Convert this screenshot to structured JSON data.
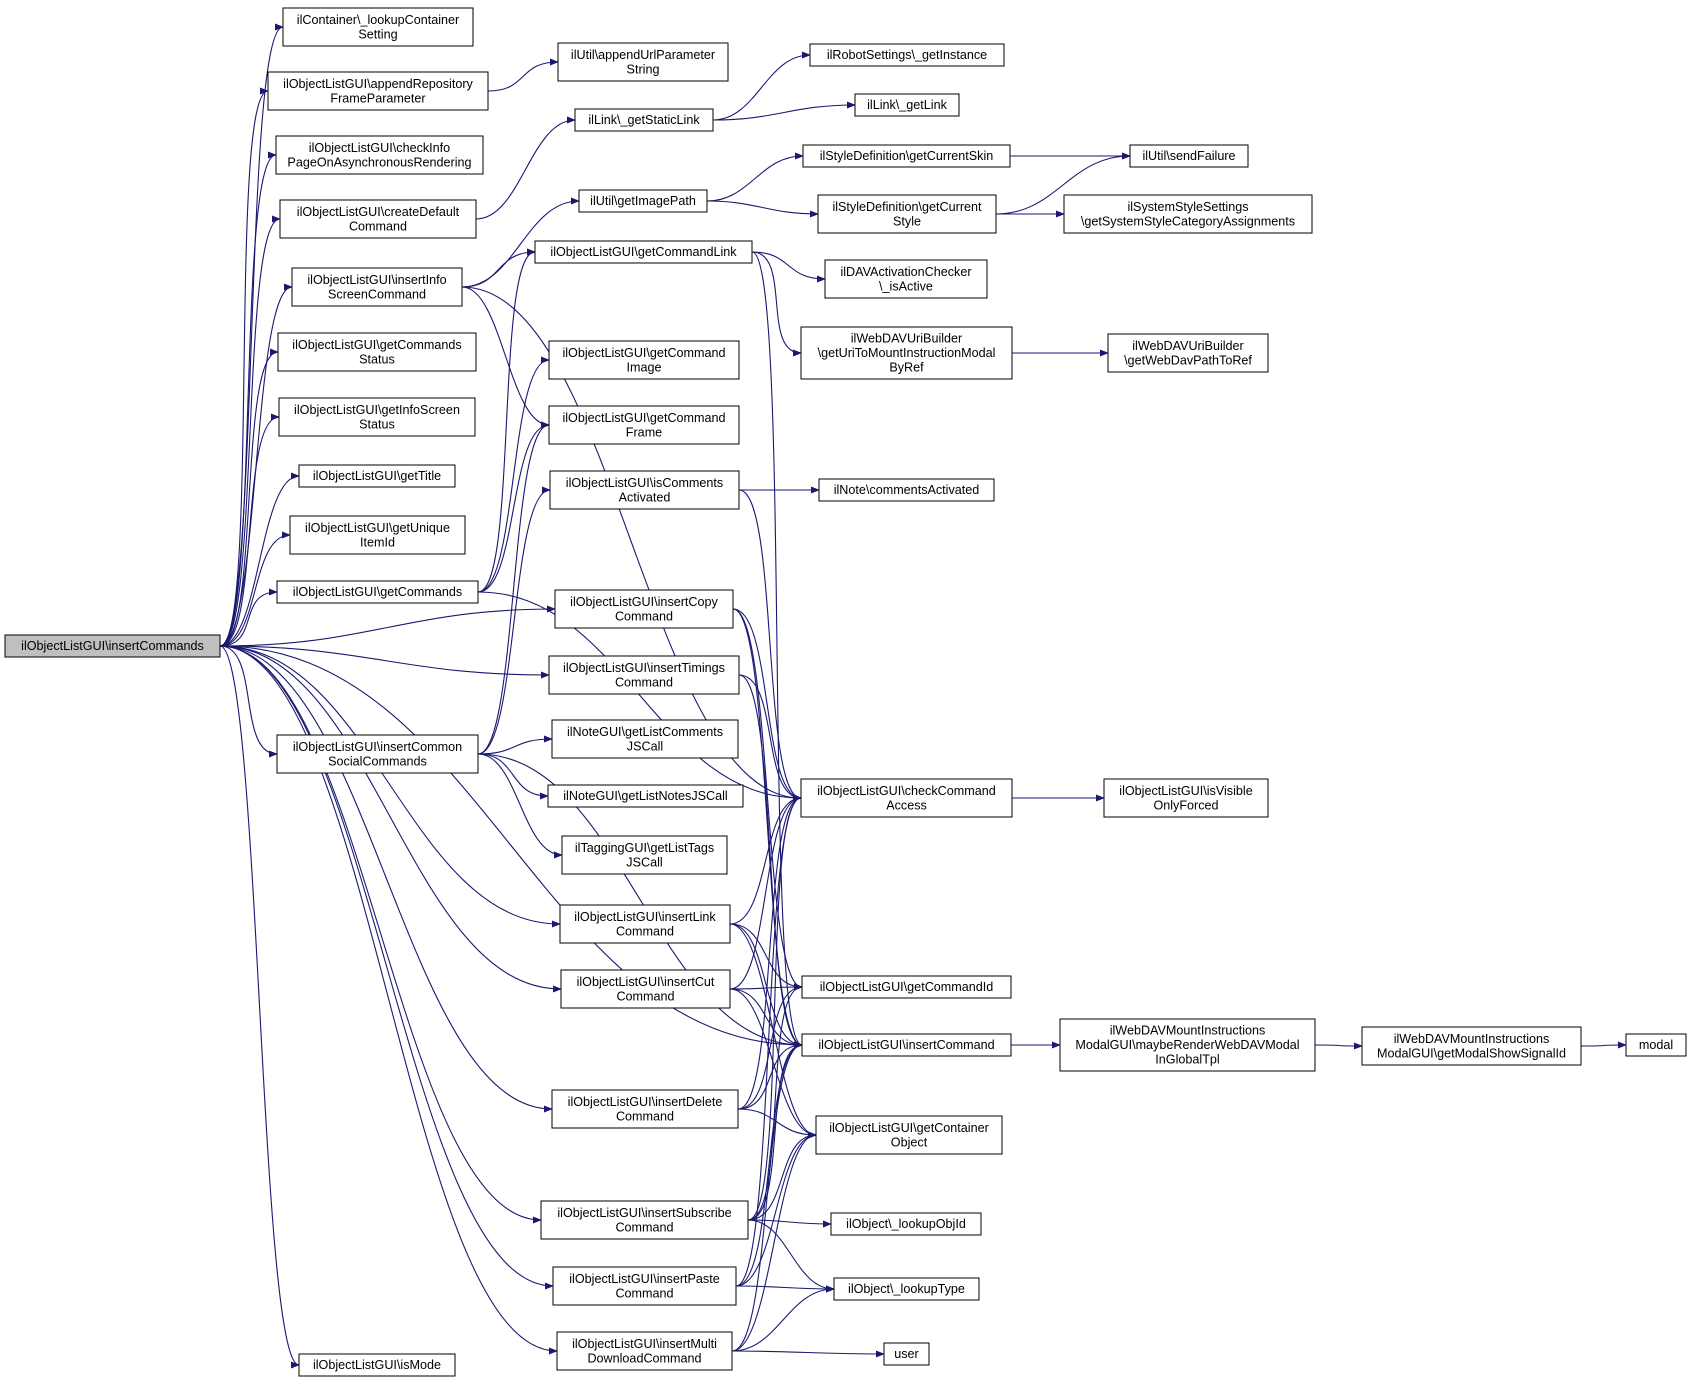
{
  "colors": {
    "edge": "#191970",
    "node_fill": "#ffffff",
    "root_fill": "#bfbfbf",
    "border": "#000000"
  },
  "nodes": [
    {
      "id": "n_root",
      "lines": [
        "ilObjectListGUI\\insertCommands"
      ]
    },
    {
      "id": "n_lookupContainer",
      "lines": [
        "ilContainer\\_lookupContainer",
        "Setting"
      ]
    },
    {
      "id": "n_appendRepo",
      "lines": [
        "ilObjectListGUI\\appendRepository",
        "FrameParameter"
      ]
    },
    {
      "id": "n_checkInfo",
      "lines": [
        "ilObjectListGUI\\checkInfo",
        "PageOnAsynchronousRendering"
      ]
    },
    {
      "id": "n_createDefault",
      "lines": [
        "ilObjectListGUI\\createDefault",
        "Command"
      ]
    },
    {
      "id": "n_insertInfo",
      "lines": [
        "ilObjectListGUI\\insertInfo",
        "ScreenCommand"
      ]
    },
    {
      "id": "n_getCommandsStatus",
      "lines": [
        "ilObjectListGUI\\getCommands",
        "Status"
      ]
    },
    {
      "id": "n_getInfoScreenStatus",
      "lines": [
        "ilObjectListGUI\\getInfoScreen",
        "Status"
      ]
    },
    {
      "id": "n_getTitle",
      "lines": [
        "ilObjectListGUI\\getTitle"
      ]
    },
    {
      "id": "n_getUnique",
      "lines": [
        "ilObjectListGUI\\getUnique",
        "ItemId"
      ]
    },
    {
      "id": "n_getCommands",
      "lines": [
        "ilObjectListGUI\\getCommands"
      ]
    },
    {
      "id": "n_insertCommonSocial",
      "lines": [
        "ilObjectListGUI\\insertCommon",
        "SocialCommands"
      ]
    },
    {
      "id": "n_isMode",
      "lines": [
        "ilObjectListGUI\\isMode"
      ]
    },
    {
      "id": "n_appendUrlParam",
      "lines": [
        "ilUtil\\appendUrlParameter",
        "String"
      ]
    },
    {
      "id": "n_getStaticLink",
      "lines": [
        "ilLink\\_getStaticLink"
      ]
    },
    {
      "id": "n_getImagePath",
      "lines": [
        "ilUtil\\getImagePath"
      ]
    },
    {
      "id": "n_getCommandLink",
      "lines": [
        "ilObjectListGUI\\getCommandLink"
      ]
    },
    {
      "id": "n_getCommandImage",
      "lines": [
        "ilObjectListGUI\\getCommand",
        "Image"
      ]
    },
    {
      "id": "n_getCommandFrame",
      "lines": [
        "ilObjectListGUI\\getCommand",
        "Frame"
      ]
    },
    {
      "id": "n_isComments",
      "lines": [
        "ilObjectListGUI\\isComments",
        "Activated"
      ]
    },
    {
      "id": "n_insertCopy",
      "lines": [
        "ilObjectListGUI\\insertCopy",
        "Command"
      ]
    },
    {
      "id": "n_insertTimings",
      "lines": [
        "ilObjectListGUI\\insertTimings",
        "Command"
      ]
    },
    {
      "id": "n_getListComments",
      "lines": [
        "ilNoteGUI\\getListComments",
        "JSCall"
      ]
    },
    {
      "id": "n_getListNotes",
      "lines": [
        "ilNoteGUI\\getListNotesJSCall"
      ]
    },
    {
      "id": "n_getListTags",
      "lines": [
        "ilTaggingGUI\\getListTags",
        "JSCall"
      ]
    },
    {
      "id": "n_insertLink",
      "lines": [
        "ilObjectListGUI\\insertLink",
        "Command"
      ]
    },
    {
      "id": "n_insertCut",
      "lines": [
        "ilObjectListGUI\\insertCut",
        "Command"
      ]
    },
    {
      "id": "n_insertDelete",
      "lines": [
        "ilObjectListGUI\\insertDelete",
        "Command"
      ]
    },
    {
      "id": "n_insertSubscribe",
      "lines": [
        "ilObjectListGUI\\insertSubscribe",
        "Command"
      ]
    },
    {
      "id": "n_insertPaste",
      "lines": [
        "ilObjectListGUI\\insertPaste",
        "Command"
      ]
    },
    {
      "id": "n_insertMulti",
      "lines": [
        "ilObjectListGUI\\insertMulti",
        "DownloadCommand"
      ]
    },
    {
      "id": "n_robotSettings",
      "lines": [
        "ilRobotSettings\\_getInstance"
      ]
    },
    {
      "id": "n_getLink",
      "lines": [
        "ilLink\\_getLink"
      ]
    },
    {
      "id": "n_getCurrentSkin",
      "lines": [
        "ilStyleDefinition\\getCurrentSkin"
      ]
    },
    {
      "id": "n_getCurrentStyle",
      "lines": [
        "ilStyleDefinition\\getCurrent",
        "Style"
      ]
    },
    {
      "id": "n_davActivation",
      "lines": [
        "ilDAVActivationChecker",
        "\\_isActive"
      ]
    },
    {
      "id": "n_webdavUriMount",
      "lines": [
        "ilWebDAVUriBuilder",
        "\\getUriToMountInstructionModal",
        "ByRef"
      ]
    },
    {
      "id": "n_commentsActivated",
      "lines": [
        "ilNote\\commentsActivated"
      ]
    },
    {
      "id": "n_checkCommandAccess",
      "lines": [
        "ilObjectListGUI\\checkCommand",
        "Access"
      ]
    },
    {
      "id": "n_getCommandId",
      "lines": [
        "ilObjectListGUI\\getCommandId"
      ]
    },
    {
      "id": "n_insertCommand",
      "lines": [
        "ilObjectListGUI\\insertCommand"
      ]
    },
    {
      "id": "n_getContainerObject",
      "lines": [
        "ilObjectListGUI\\getContainer",
        "Object"
      ]
    },
    {
      "id": "n_lookupObjId",
      "lines": [
        "ilObject\\_lookupObjId"
      ]
    },
    {
      "id": "n_lookupType",
      "lines": [
        "ilObject\\_lookupType"
      ]
    },
    {
      "id": "n_user",
      "lines": [
        "user"
      ]
    },
    {
      "id": "n_sendFailure",
      "lines": [
        "ilUtil\\sendFailure"
      ]
    },
    {
      "id": "n_systemStyle",
      "lines": [
        "ilSystemStyleSettings",
        "\\getSystemStyleCategoryAssignments"
      ]
    },
    {
      "id": "n_webdavPath",
      "lines": [
        "ilWebDAVUriBuilder",
        "\\getWebDavPathToRef"
      ]
    },
    {
      "id": "n_isVisibleOnly",
      "lines": [
        "ilObjectListGUI\\isVisible",
        "OnlyForced"
      ]
    },
    {
      "id": "n_maybeRender",
      "lines": [
        "ilWebDAVMountInstructions",
        "ModalGUI\\maybeRenderWebDAVModal",
        "InGlobalTpl"
      ]
    },
    {
      "id": "n_getModalShow",
      "lines": [
        "ilWebDAVMountInstructions",
        "ModalGUI\\getModalShowSignalId"
      ]
    },
    {
      "id": "n_modal",
      "lines": [
        "modal"
      ]
    }
  ],
  "edges": [
    [
      "n_root",
      "n_lookupContainer"
    ],
    [
      "n_root",
      "n_appendRepo"
    ],
    [
      "n_root",
      "n_checkInfo"
    ],
    [
      "n_root",
      "n_createDefault"
    ],
    [
      "n_root",
      "n_insertInfo"
    ],
    [
      "n_root",
      "n_getCommandsStatus"
    ],
    [
      "n_root",
      "n_getInfoScreenStatus"
    ],
    [
      "n_root",
      "n_getTitle"
    ],
    [
      "n_root",
      "n_getUnique"
    ],
    [
      "n_root",
      "n_getCommands"
    ],
    [
      "n_root",
      "n_insertCopy"
    ],
    [
      "n_root",
      "n_insertTimings"
    ],
    [
      "n_root",
      "n_insertCommonSocial"
    ],
    [
      "n_root",
      "n_insertLink"
    ],
    [
      "n_root",
      "n_insertCut"
    ],
    [
      "n_root",
      "n_insertDelete"
    ],
    [
      "n_root",
      "n_insertCommand"
    ],
    [
      "n_root",
      "n_insertSubscribe"
    ],
    [
      "n_root",
      "n_insertPaste"
    ],
    [
      "n_root",
      "n_insertMulti"
    ],
    [
      "n_root",
      "n_isMode"
    ],
    [
      "n_appendRepo",
      "n_appendUrlParam"
    ],
    [
      "n_createDefault",
      "n_getStaticLink"
    ],
    [
      "n_getStaticLink",
      "n_robotSettings"
    ],
    [
      "n_getStaticLink",
      "n_getLink"
    ],
    [
      "n_insertInfo",
      "n_getImagePath"
    ],
    [
      "n_insertInfo",
      "n_getCommandLink"
    ],
    [
      "n_insertInfo",
      "n_getCommandFrame"
    ],
    [
      "n_insertInfo",
      "n_checkCommandAccess"
    ],
    [
      "n_getImagePath",
      "n_getCurrentSkin"
    ],
    [
      "n_getImagePath",
      "n_getCurrentStyle"
    ],
    [
      "n_getCurrentSkin",
      "n_sendFailure"
    ],
    [
      "n_getCurrentStyle",
      "n_sendFailure"
    ],
    [
      "n_getCurrentStyle",
      "n_systemStyle"
    ],
    [
      "n_getCommandLink",
      "n_davActivation"
    ],
    [
      "n_getCommandLink",
      "n_webdavUriMount"
    ],
    [
      "n_getCommandLink",
      "n_insertCommand"
    ],
    [
      "n_webdavUriMount",
      "n_webdavPath"
    ],
    [
      "n_getCommands",
      "n_getCommandImage"
    ],
    [
      "n_getCommands",
      "n_getCommandFrame"
    ],
    [
      "n_getCommands",
      "n_getCommandLink"
    ],
    [
      "n_getCommands",
      "n_checkCommandAccess"
    ],
    [
      "n_isComments",
      "n_commentsActivated"
    ],
    [
      "n_isComments",
      "n_checkCommandAccess"
    ],
    [
      "n_insertCopy",
      "n_checkCommandAccess"
    ],
    [
      "n_insertCopy",
      "n_getCommandId"
    ],
    [
      "n_insertCopy",
      "n_insertCommand"
    ],
    [
      "n_insertTimings",
      "n_checkCommandAccess"
    ],
    [
      "n_insertTimings",
      "n_insertCommand"
    ],
    [
      "n_insertCommonSocial",
      "n_isComments"
    ],
    [
      "n_insertCommonSocial",
      "n_getCommandFrame"
    ],
    [
      "n_insertCommonSocial",
      "n_getListComments"
    ],
    [
      "n_insertCommonSocial",
      "n_getListNotes"
    ],
    [
      "n_insertCommonSocial",
      "n_getListTags"
    ],
    [
      "n_insertCommonSocial",
      "n_insertCommand"
    ],
    [
      "n_checkCommandAccess",
      "n_isVisibleOnly"
    ],
    [
      "n_insertLink",
      "n_checkCommandAccess"
    ],
    [
      "n_insertLink",
      "n_getCommandId"
    ],
    [
      "n_insertLink",
      "n_insertCommand"
    ],
    [
      "n_insertLink",
      "n_getContainerObject"
    ],
    [
      "n_insertCut",
      "n_checkCommandAccess"
    ],
    [
      "n_insertCut",
      "n_getCommandId"
    ],
    [
      "n_insertCut",
      "n_insertCommand"
    ],
    [
      "n_insertCut",
      "n_getContainerObject"
    ],
    [
      "n_insertDelete",
      "n_checkCommandAccess"
    ],
    [
      "n_insertDelete",
      "n_getCommandId"
    ],
    [
      "n_insertDelete",
      "n_insertCommand"
    ],
    [
      "n_insertDelete",
      "n_getContainerObject"
    ],
    [
      "n_insertCommand",
      "n_maybeRender"
    ],
    [
      "n_maybeRender",
      "n_getModalShow"
    ],
    [
      "n_getModalShow",
      "n_modal"
    ],
    [
      "n_insertSubscribe",
      "n_checkCommandAccess"
    ],
    [
      "n_insertSubscribe",
      "n_getCommandId"
    ],
    [
      "n_insertSubscribe",
      "n_insertCommand"
    ],
    [
      "n_insertSubscribe",
      "n_getContainerObject"
    ],
    [
      "n_insertSubscribe",
      "n_lookupObjId"
    ],
    [
      "n_insertSubscribe",
      "n_lookupType"
    ],
    [
      "n_insertPaste",
      "n_checkCommandAccess"
    ],
    [
      "n_insertPaste",
      "n_insertCommand"
    ],
    [
      "n_insertPaste",
      "n_getContainerObject"
    ],
    [
      "n_insertPaste",
      "n_lookupType"
    ],
    [
      "n_insertMulti",
      "n_insertCommand"
    ],
    [
      "n_insertMulti",
      "n_getContainerObject"
    ],
    [
      "n_insertMulti",
      "n_lookupType"
    ],
    [
      "n_insertMulti",
      "n_user"
    ]
  ]
}
